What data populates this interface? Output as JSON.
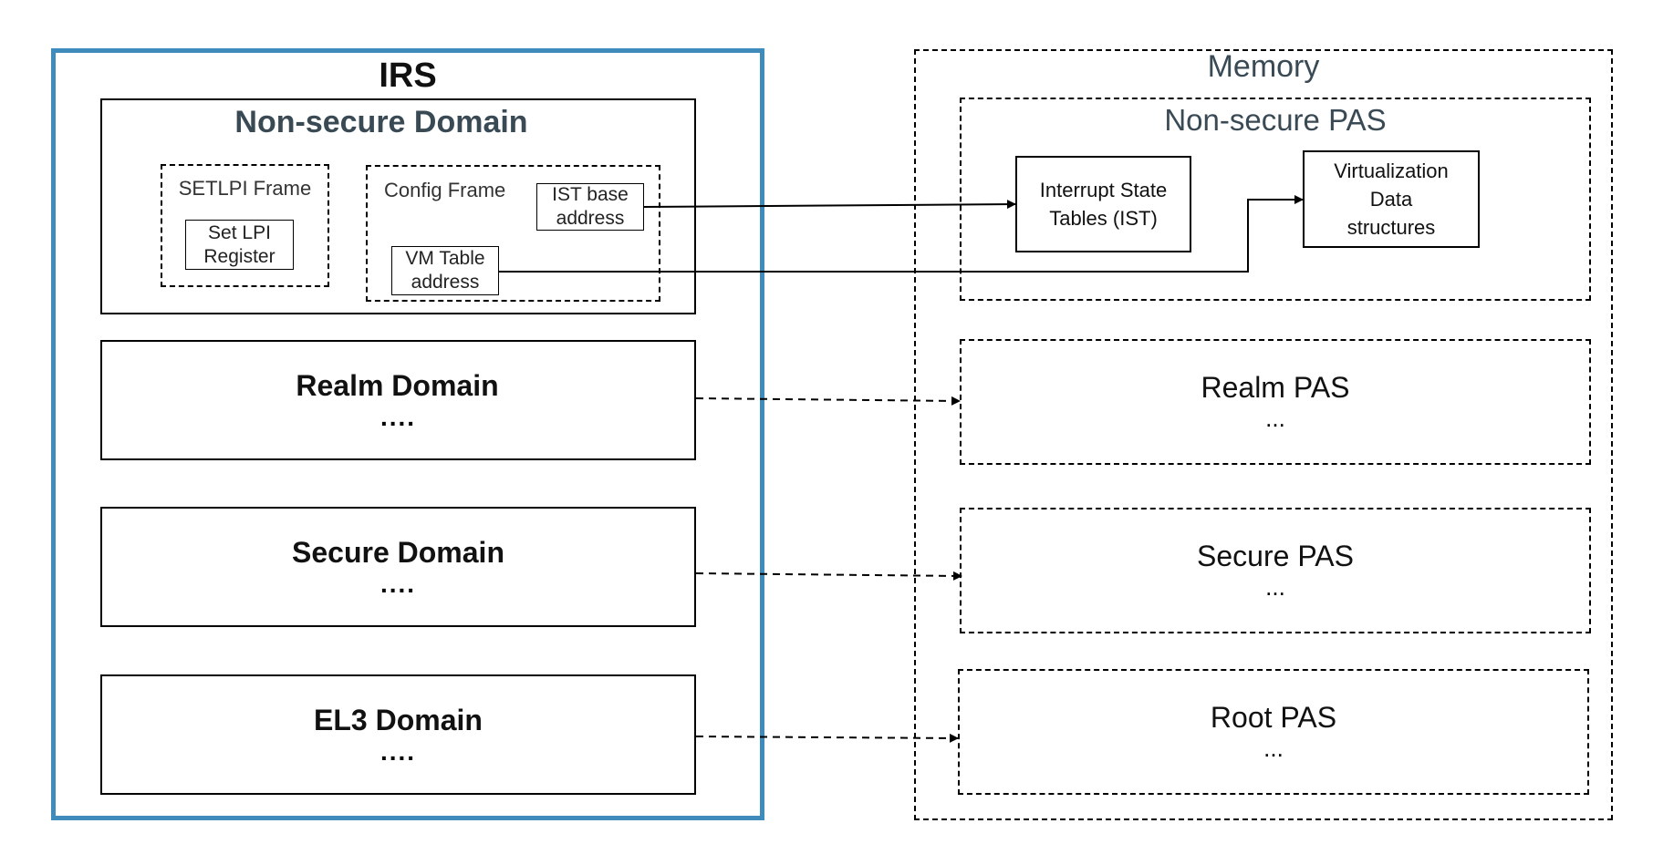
{
  "irs": {
    "title": "IRS",
    "non_secure_domain": {
      "title": "Non-secure Domain",
      "setlpi_frame": {
        "title": "SETLPI Frame",
        "register_line1": "Set LPI",
        "register_line2": "Register"
      },
      "config_frame": {
        "title": "Config Frame",
        "ist_line1": "IST base",
        "ist_line2": "address",
        "vm_line1": "VM Table",
        "vm_line2": "address"
      }
    },
    "realm_domain": {
      "title": "Realm Domain",
      "dots": "...."
    },
    "secure_domain": {
      "title": "Secure Domain",
      "dots": "...."
    },
    "el3_domain": {
      "title": "EL3 Domain",
      "dots": "...."
    }
  },
  "memory": {
    "title": "Memory",
    "non_secure_pas": {
      "title": "Non-secure PAS",
      "ist_line1": "Interrupt State",
      "ist_line2": "Tables (IST)",
      "virt_line1": "Virtualization",
      "virt_line2": "Data",
      "virt_line3": "structures"
    },
    "realm_pas": {
      "title": "Realm PAS",
      "dots": "..."
    },
    "secure_pas": {
      "title": "Secure PAS",
      "dots": "..."
    },
    "root_pas": {
      "title": "Root PAS",
      "dots": "..."
    }
  },
  "colors": {
    "irs_border": "#3f8cbc",
    "heading_text": "#3a4a55"
  }
}
